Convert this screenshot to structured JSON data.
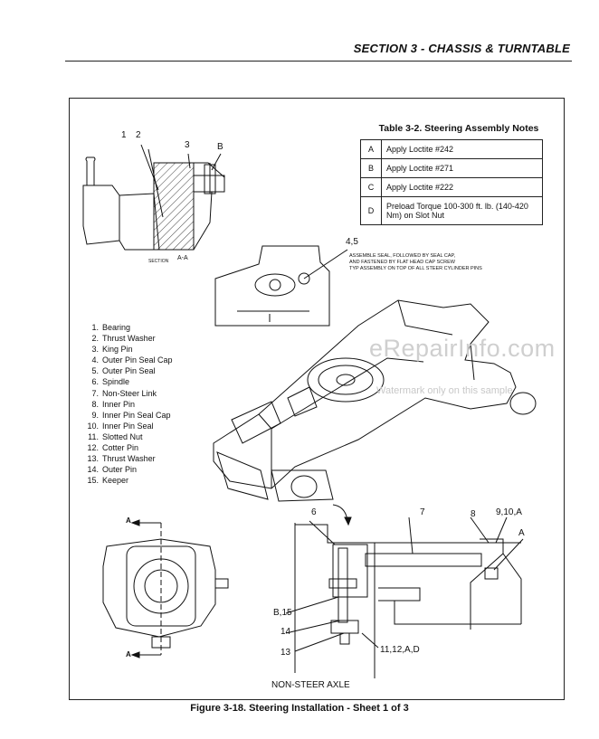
{
  "header": {
    "section_title": "SECTION 3 - CHASSIS & TURNTABLE"
  },
  "table": {
    "title": "Table 3-2. Steering Assembly Notes",
    "rows": [
      {
        "key": "A",
        "note": "Apply Loctite #242"
      },
      {
        "key": "B",
        "note": "Apply Loctite #271"
      },
      {
        "key": "C",
        "note": "Apply Loctite #222"
      },
      {
        "key": "D",
        "note": "Preload Torque 100-300 ft. lb. (140-420 Nm) on Slot Nut"
      }
    ]
  },
  "legend": [
    {
      "num": "1.",
      "label": "Bearing"
    },
    {
      "num": "2.",
      "label": "Thrust Washer"
    },
    {
      "num": "3.",
      "label": "King Pin"
    },
    {
      "num": "4.",
      "label": "Outer Pin Seal Cap"
    },
    {
      "num": "5.",
      "label": "Outer Pin Seal"
    },
    {
      "num": "6.",
      "label": "Spindle"
    },
    {
      "num": "7.",
      "label": "Non-Steer Link"
    },
    {
      "num": "8.",
      "label": "Inner Pin"
    },
    {
      "num": "9.",
      "label": "Inner Pin Seal Cap"
    },
    {
      "num": "10.",
      "label": "Inner Pin Seal"
    },
    {
      "num": "11.",
      "label": "Slotted Nut"
    },
    {
      "num": "12.",
      "label": "Cotter Pin"
    },
    {
      "num": "13.",
      "label": "Thrust Washer"
    },
    {
      "num": "14.",
      "label": "Outer Pin"
    },
    {
      "num": "15.",
      "label": "Keeper"
    }
  ],
  "callouts": {
    "c1": "1",
    "c2": "2",
    "c3": "3",
    "cB": "B",
    "c45": "4,5",
    "c6": "6",
    "c7": "7",
    "c8": "8",
    "c910A": "9,10,A",
    "cA": "A",
    "cB15": "B,15",
    "c14": "14",
    "c13": "13",
    "c1112AD": "11,12,A,D",
    "section_word": "SECTION",
    "section_id": "A-A",
    "arrow_a_top": "A",
    "arrow_a_bottom": "A"
  },
  "assembly_note": [
    "ASSEMBLE SEAL, FOLLOWED BY SEAL CAP,",
    "AND FASTENED BY FLAT HEAD CAP SCREW",
    "TYP ASSEMBLY ON TOP OF ALL STEER CYLINDER PINS"
  ],
  "view_label": "NON-STEER AXLE",
  "figure_caption": "Figure 3-18.  Steering Installation - Sheet 1 of 3",
  "watermark": {
    "main": "eRepairInfo.com",
    "sub": "Watermark only on this sample"
  }
}
